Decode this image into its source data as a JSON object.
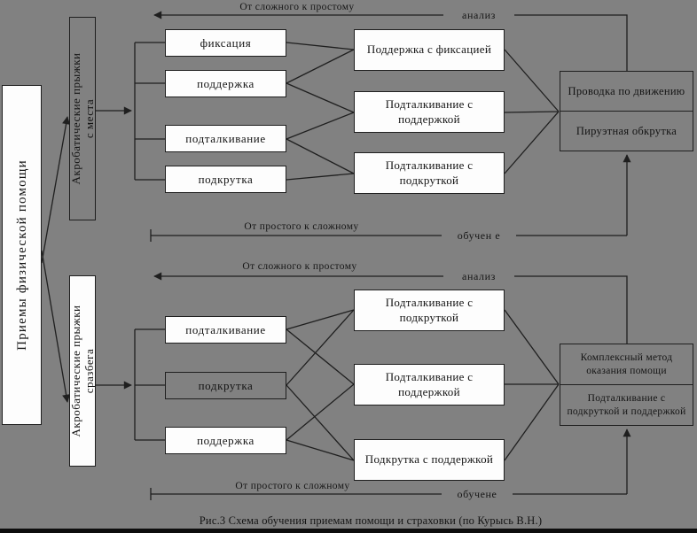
{
  "page": {
    "background_color": "#818181",
    "line_color": "#1f1f1f",
    "box_fill_white": "#fdfdfd",
    "caption": "Рис.3  Схема обучения приемам помощи и страховки (по Курысь В.Н.)"
  },
  "root": {
    "label": "Приемы физической помощи"
  },
  "top": {
    "group": {
      "line1": "Акробатические прыжки",
      "line2": "с места"
    },
    "flow_top_label": "От сложного к простому",
    "flow_top_term": "анализ",
    "flow_bottom_label": "От простого к сложному",
    "flow_bottom_term": "обучен е",
    "techniques": [
      "фиксация",
      "поддержка",
      "подталкивание",
      "подкрутка"
    ],
    "combinations": [
      "Поддержка с фиксацией",
      "Подталкивание с поддержкой",
      "Подталкивание с подкруткой"
    ],
    "result": {
      "primary": "Проводка по движению",
      "secondary": "Пируэтная обкрутка"
    }
  },
  "bottom": {
    "group": {
      "line1": "Акробатические прыжки",
      "line2": "сразбега"
    },
    "flow_top_label": "От сложного к простому",
    "flow_top_term": "анализ",
    "flow_bottom_label": "От простого к сложному",
    "flow_bottom_term": "обучене",
    "techniques": [
      "подталкивание",
      "подкрутка",
      "поддержка"
    ],
    "combinations": [
      "Подталкивание с подкруткой",
      "Подталкивание с поддержкой",
      "Подкрутка с поддержкой"
    ],
    "result": {
      "primary": "Комплексный метод оказания помощи",
      "secondary": "Подталкивание с подкруткой и поддержкой"
    }
  }
}
